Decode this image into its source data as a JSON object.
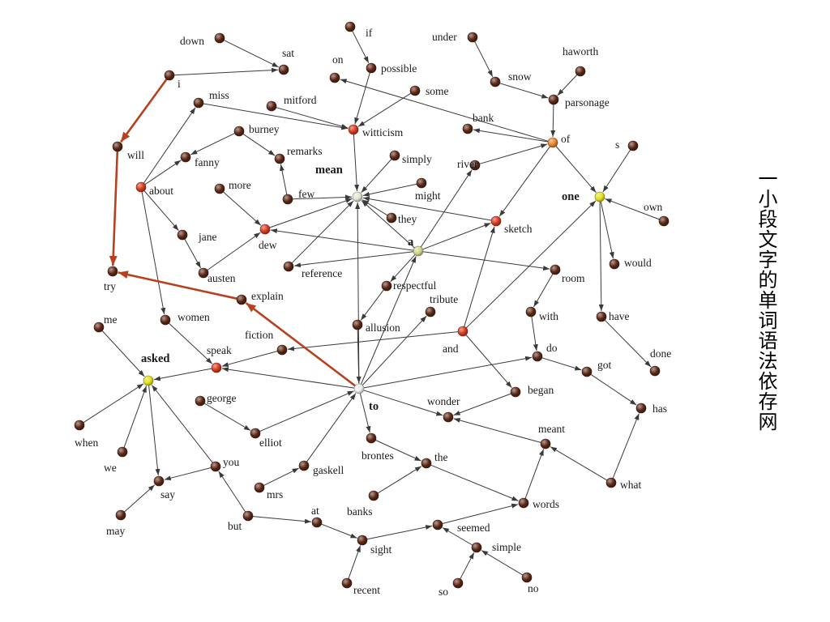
{
  "caption": "一小段文字的单词语法依存网",
  "colors": {
    "background": "#ffffff",
    "edge": "#3a3a3a",
    "highlight_edge": "#b8401e",
    "label": "#1a1a1a"
  },
  "nodes": [
    {
      "label": "down",
      "color": "#5b2614"
    },
    {
      "label": "sat",
      "color": "#5b2614"
    },
    {
      "label": "i",
      "color": "#5b2614"
    },
    {
      "label": "if",
      "color": "#5b2614"
    },
    {
      "label": "on",
      "color": "#5b2614"
    },
    {
      "label": "possible",
      "color": "#5b2614"
    },
    {
      "label": "under",
      "color": "#5b2614"
    },
    {
      "label": "haworth",
      "color": "#5b2614"
    },
    {
      "label": "snow",
      "color": "#5b2614"
    },
    {
      "label": "some",
      "color": "#5b2614"
    },
    {
      "label": "miss",
      "color": "#5b2614"
    },
    {
      "label": "mitford",
      "color": "#5b2614"
    },
    {
      "label": "parsonage",
      "color": "#5b2614"
    },
    {
      "label": "bank",
      "color": "#5b2614"
    },
    {
      "label": "witticism",
      "color": "#d4391b"
    },
    {
      "label": "burney",
      "color": "#5b2614"
    },
    {
      "label": "will",
      "color": "#5b2614"
    },
    {
      "label": "of",
      "color": "#e8822a"
    },
    {
      "label": "s",
      "color": "#5b2614"
    },
    {
      "label": "remarks",
      "color": "#5b2614"
    },
    {
      "label": "fanny",
      "color": "#5b2614"
    },
    {
      "label": "simply",
      "color": "#5b2614"
    },
    {
      "label": "mean",
      "color": "#e4e4d2"
    },
    {
      "label": "river",
      "color": "#5b2614"
    },
    {
      "label": "about",
      "color": "#d4391b"
    },
    {
      "label": "more",
      "color": "#5b2614"
    },
    {
      "label": "few",
      "color": "#5b2614"
    },
    {
      "label": "might",
      "color": "#5b2614"
    },
    {
      "label": "one",
      "color": "#e4e01c"
    },
    {
      "label": "own",
      "color": "#5b2614"
    },
    {
      "label": "they",
      "color": "#5b2614"
    },
    {
      "label": "sketch",
      "color": "#d4391b"
    },
    {
      "label": "jane",
      "color": "#5b2614"
    },
    {
      "label": "dew",
      "color": "#d4391b"
    },
    {
      "label": "a",
      "color": "#d2d68c"
    },
    {
      "label": "reference",
      "color": "#5b2614"
    },
    {
      "label": "would",
      "color": "#5b2614"
    },
    {
      "label": "room",
      "color": "#5b2614"
    },
    {
      "label": "try",
      "color": "#5b2614"
    },
    {
      "label": "austen",
      "color": "#5b2614"
    },
    {
      "label": "respectful",
      "color": "#5b2614"
    },
    {
      "label": "tribute",
      "color": "#5b2614"
    },
    {
      "label": "explain",
      "color": "#5b2614"
    },
    {
      "label": "with",
      "color": "#5b2614"
    },
    {
      "label": "me",
      "color": "#5b2614"
    },
    {
      "label": "women",
      "color": "#5b2614"
    },
    {
      "label": "have",
      "color": "#5b2614"
    },
    {
      "label": "allusion",
      "color": "#5b2614"
    },
    {
      "label": "and",
      "color": "#d4391b"
    },
    {
      "label": "fiction",
      "color": "#5b2614"
    },
    {
      "label": "speak",
      "color": "#d4391b"
    },
    {
      "label": "asked",
      "color": "#e4e01c"
    },
    {
      "label": "do",
      "color": "#5b2614"
    },
    {
      "label": "got",
      "color": "#5b2614"
    },
    {
      "label": "done",
      "color": "#5b2614"
    },
    {
      "label": "to",
      "color": "#f0f0ec"
    },
    {
      "label": "began",
      "color": "#5b2614"
    },
    {
      "label": "george",
      "color": "#5b2614"
    },
    {
      "label": "has",
      "color": "#5b2614"
    },
    {
      "label": "wonder",
      "color": "#5b2614"
    },
    {
      "label": "meant",
      "color": "#5b2614"
    },
    {
      "label": "when",
      "color": "#5b2614"
    },
    {
      "label": "elliot",
      "color": "#5b2614"
    },
    {
      "label": "brontes",
      "color": "#5b2614"
    },
    {
      "label": "we",
      "color": "#5b2614"
    },
    {
      "label": "the",
      "color": "#5b2614"
    },
    {
      "label": "you",
      "color": "#5b2614"
    },
    {
      "label": "gaskell",
      "color": "#5b2614"
    },
    {
      "label": "what",
      "color": "#5b2614"
    },
    {
      "label": "say",
      "color": "#5b2614"
    },
    {
      "label": "mrs",
      "color": "#5b2614"
    },
    {
      "label": "banks",
      "color": "#5b2614"
    },
    {
      "label": "words",
      "color": "#5b2614"
    },
    {
      "label": "at",
      "color": "#5b2614"
    },
    {
      "label": "but",
      "color": "#5b2614"
    },
    {
      "label": "may",
      "color": "#5b2614"
    },
    {
      "label": "seemed",
      "color": "#5b2614"
    },
    {
      "label": "sight",
      "color": "#5b2614"
    },
    {
      "label": "simple",
      "color": "#5b2614"
    },
    {
      "label": "recent",
      "color": "#5b2614"
    },
    {
      "label": "so",
      "color": "#5b2614"
    },
    {
      "label": "no",
      "color": "#5b2614"
    }
  ],
  "edges": [
    [
      0,
      1
    ],
    [
      2,
      1
    ],
    [
      17,
      4
    ],
    [
      17,
      13
    ],
    [
      3,
      5
    ],
    [
      5,
      14
    ],
    [
      9,
      14
    ],
    [
      6,
      8
    ],
    [
      8,
      12
    ],
    [
      7,
      12
    ],
    [
      12,
      17
    ],
    [
      10,
      14
    ],
    [
      11,
      14
    ],
    [
      24,
      10
    ],
    [
      24,
      20
    ],
    [
      24,
      32
    ],
    [
      24,
      45
    ],
    [
      15,
      20
    ],
    [
      15,
      19
    ],
    [
      26,
      19
    ],
    [
      14,
      22
    ],
    [
      21,
      22
    ],
    [
      27,
      22
    ],
    [
      30,
      22
    ],
    [
      31,
      22
    ],
    [
      33,
      22
    ],
    [
      35,
      22
    ],
    [
      26,
      22
    ],
    [
      55,
      22
    ],
    [
      34,
      33
    ],
    [
      34,
      35
    ],
    [
      34,
      40
    ],
    [
      34,
      31
    ],
    [
      34,
      23
    ],
    [
      34,
      37
    ],
    [
      34,
      22
    ],
    [
      55,
      34
    ],
    [
      55,
      41
    ],
    [
      40,
      47
    ],
    [
      47,
      55
    ],
    [
      23,
      17
    ],
    [
      17,
      28
    ],
    [
      17,
      31
    ],
    [
      18,
      28
    ],
    [
      29,
      28
    ],
    [
      28,
      36
    ],
    [
      28,
      46
    ],
    [
      48,
      28
    ],
    [
      37,
      43
    ],
    [
      43,
      52
    ],
    [
      46,
      54
    ],
    [
      52,
      53
    ],
    [
      53,
      58
    ],
    [
      68,
      58
    ],
    [
      68,
      60
    ],
    [
      60,
      59
    ],
    [
      56,
      59
    ],
    [
      48,
      56
    ],
    [
      48,
      31
    ],
    [
      48,
      49
    ],
    [
      55,
      52
    ],
    [
      55,
      50
    ],
    [
      62,
      55
    ],
    [
      57,
      62
    ],
    [
      70,
      67
    ],
    [
      67,
      55
    ],
    [
      55,
      59
    ],
    [
      55,
      63
    ],
    [
      63,
      65
    ],
    [
      65,
      72
    ],
    [
      71,
      65
    ],
    [
      72,
      60
    ],
    [
      76,
      72
    ],
    [
      77,
      76
    ],
    [
      78,
      76
    ],
    [
      80,
      78
    ],
    [
      81,
      78
    ],
    [
      79,
      77
    ],
    [
      73,
      77
    ],
    [
      74,
      73
    ],
    [
      74,
      66
    ],
    [
      66,
      69
    ],
    [
      66,
      51
    ],
    [
      50,
      51
    ],
    [
      44,
      51
    ],
    [
      61,
      51
    ],
    [
      64,
      51
    ],
    [
      51,
      69
    ],
    [
      75,
      69
    ],
    [
      45,
      50
    ],
    [
      49,
      50
    ],
    [
      25,
      33
    ],
    [
      32,
      39
    ],
    [
      39,
      33
    ]
  ],
  "highlight_edges": [
    [
      2,
      16
    ],
    [
      16,
      38
    ],
    [
      42,
      38
    ],
    [
      55,
      42
    ]
  ]
}
